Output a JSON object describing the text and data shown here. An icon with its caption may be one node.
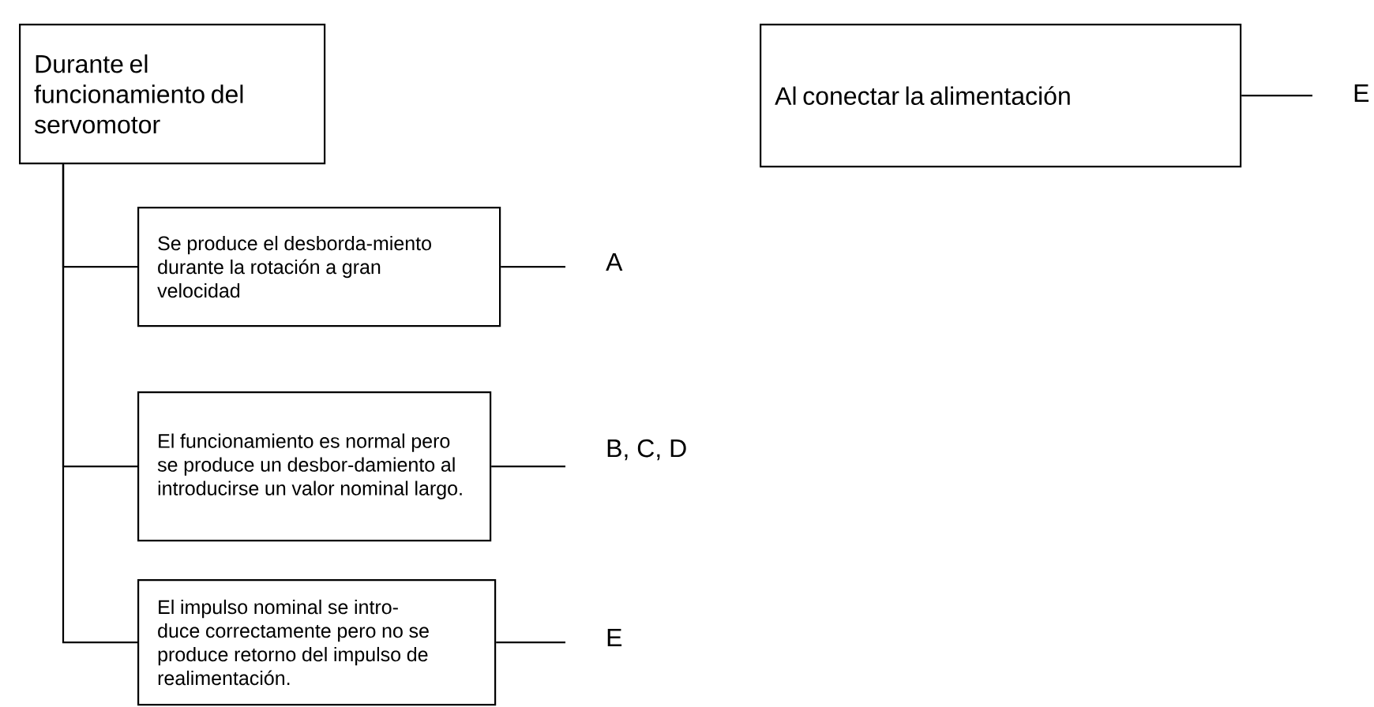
{
  "diagram": {
    "nodes": [
      {
        "text": [
          "Durante el funcionamiento del servomotor"
        ]
      },
      {
        "text": [
          "Se produce el desborda-miento durante la rotación a gran velocidad"
        ]
      },
      {
        "text": [
          "El funcionamiento es normal pero se produce un desbor-damiento al introducirse un valor nominal largo."
        ]
      },
      {
        "text": [
          "El impulso nominal se intro-duce correctamente pero no se produce retorno del impulso de realimentación."
        ]
      },
      {
        "text": [
          "A"
        ]
      },
      {
        "text": [
          "B, C, D"
        ]
      },
      {
        "text": [
          "E"
        ]
      },
      {
        "text": [
          "Al conectar la alimentación"
        ]
      },
      {
        "text": [
          "E"
        ]
      }
    ],
    "edges": [
      {
        "from": 0,
        "to": 1,
        "arrow": "none"
      },
      {
        "from": 0,
        "to": 2,
        "arrow": "none"
      },
      {
        "from": 0,
        "to": 3,
        "arrow": "none"
      },
      {
        "from": 1,
        "to": 4,
        "arrow": "none"
      },
      {
        "from": 2,
        "to": 5,
        "arrow": "none"
      },
      {
        "from": 3,
        "to": 6,
        "arrow": "none"
      },
      {
        "from": 7,
        "to": 8,
        "arrow": "none"
      }
    ]
  }
}
